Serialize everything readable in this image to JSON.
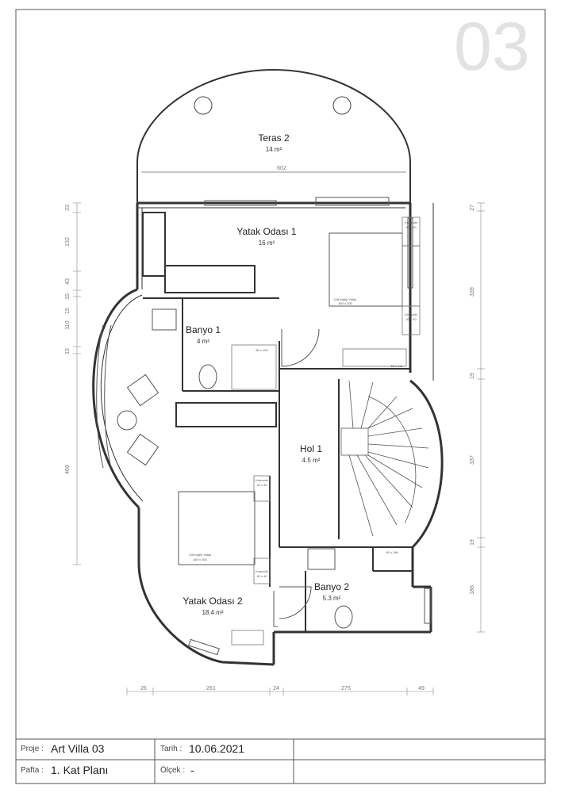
{
  "sheet": {
    "page_number": "03"
  },
  "title_block": {
    "project_label": "Proje :",
    "project_value": "Art Villa 03",
    "date_label": "Tarih :",
    "date_value": "10.06.2021",
    "sheet_label": "Pafta :",
    "sheet_value": "1. Kat Planı",
    "scale_label": "Ölçek :",
    "scale_value": "-"
  },
  "rooms": [
    {
      "name": "Teras 2",
      "area": "14 m²"
    },
    {
      "name": "Yatak Odası 1",
      "area": "16 m²"
    },
    {
      "name": "Banyo 1",
      "area": "4 m²"
    },
    {
      "name": "Hol 1",
      "area": "4.5 m²"
    },
    {
      "name": "Yatak Odası 2",
      "area": "18.4 m²"
    },
    {
      "name": "Banyo 2",
      "area": "5.3 m²"
    }
  ],
  "furniture_labels": {
    "bed1": "Çift Kişilik Yatak",
    "bed1_size": "160 x 200",
    "bed2": "Çift Kişilik Yatak",
    "bed2_size": "160 x 200",
    "nightstand": "Komodin",
    "nightstand_size": "40 x 40",
    "shower1": "80 x 100",
    "desk1": "55 x 115",
    "shower2": "90 x 186"
  },
  "dimensions": {
    "terrace_width": "602",
    "left": [
      "23",
      "132",
      "15",
      "43",
      "15",
      "110",
      "15",
      "468"
    ],
    "right": [
      "27",
      "339",
      "19",
      "337",
      "19",
      "186"
    ],
    "bottom": [
      "26",
      "261",
      "24",
      "275",
      "49"
    ]
  }
}
